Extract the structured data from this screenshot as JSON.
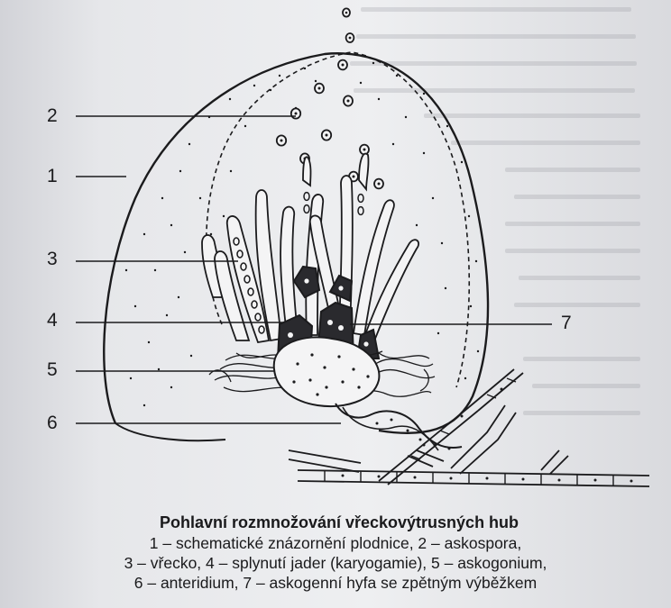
{
  "figure": {
    "labels": [
      {
        "id": "label-1",
        "text": "1"
      },
      {
        "id": "label-2",
        "text": "2"
      },
      {
        "id": "label-3",
        "text": "3"
      },
      {
        "id": "label-4",
        "text": "4"
      },
      {
        "id": "label-5",
        "text": "5"
      },
      {
        "id": "label-6",
        "text": "6"
      },
      {
        "id": "label-7",
        "text": "7"
      }
    ]
  },
  "caption": {
    "title": "Pohlavní rozmnožování vřeckovýtrusných hub",
    "line1": "1 – schematické znázornění plodnice, 2 – askospora,",
    "line2": "3 – vřecko, 4 – splynutí jader (karyogamie), 5 – askogonium,",
    "line3": "6 – anteridium, 7 – askogenní hyfa se zpětným výběžkem"
  },
  "colors": {
    "ink": "#1b1b1d",
    "paper": "#e9eaec"
  }
}
